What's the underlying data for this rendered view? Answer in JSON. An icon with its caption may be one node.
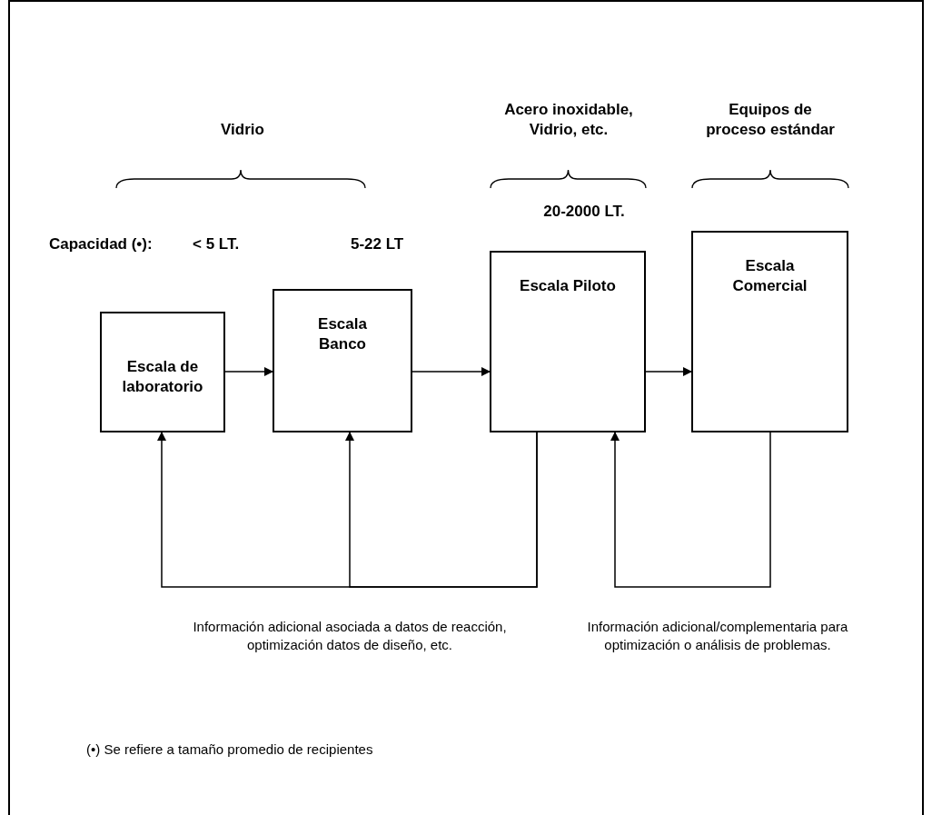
{
  "diagram": {
    "nodes": [
      {
        "text": [
          "Escala de laboratorio"
        ]
      },
      {
        "text": [
          "Escala Banco"
        ]
      },
      {
        "text": [
          "Escala Piloto"
        ]
      },
      {
        "text": [
          "Escala Comercial"
        ]
      }
    ],
    "edges": [
      {
        "from": 0,
        "to": 1,
        "arrow": "to"
      },
      {
        "from": 1,
        "to": 2,
        "arrow": "to"
      },
      {
        "from": 2,
        "to": 3,
        "arrow": "to"
      },
      {
        "from": 2,
        "to": 0,
        "arrow": "to"
      },
      {
        "from": 2,
        "to": 1,
        "arrow": "to"
      },
      {
        "from": 3,
        "to": 2,
        "arrow": "to"
      }
    ],
    "labels": [
      "Vidrio",
      "Acero inoxidable, Vidrio, etc.",
      "Equipos de proceso estándar",
      "20-2000 LT.",
      "Capacidad (•):",
      "< 5 LT.",
      "5-22 LT",
      "Información adicional asociada a datos de reacción, optimización datos de diseño, etc.",
      "Información adicional/complementaria para optimización o análisis de problemas.",
      "(•) Se refiere a tamaño promedio de recipientes"
    ]
  }
}
